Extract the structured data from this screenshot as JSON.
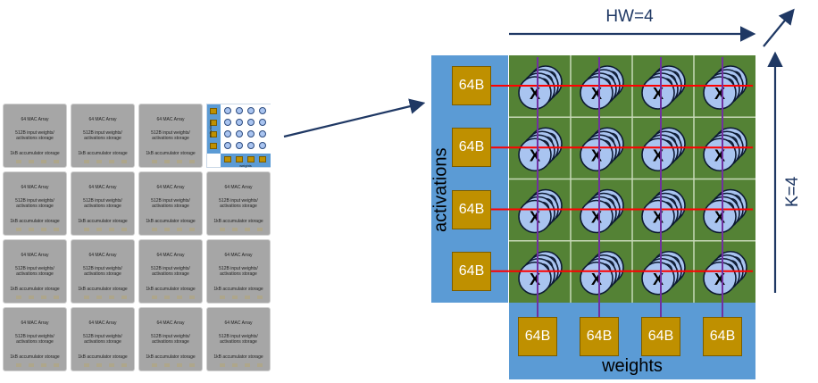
{
  "tile_grid": {
    "rows": 4,
    "cols": 4,
    "tile_mac_label": "64 MAC Array",
    "tile_input_label": "512B input weights/ activations storage",
    "tile_accumulator_label": "1kB accumulator storage",
    "highlighted_tile_activations_label": "activations",
    "highlighted_tile_weights_label": "weights"
  },
  "array": {
    "hw_label": "HW=4",
    "k_label": "K=4",
    "activations_label": "activations",
    "weights_label": "weights",
    "buffer_label": "64B",
    "pe_symbol": "X",
    "pe_rows": 4,
    "pe_cols": 4
  },
  "colors": {
    "buffer_fill": "#bf9000",
    "pe_grid_fill": "#548235",
    "panel_fill": "#5b9bd5",
    "pe_circle_fill": "#a9c4f0",
    "activation_wire": "#ff0000",
    "weight_wire": "#7030a0",
    "arrow": "#1f3864"
  }
}
